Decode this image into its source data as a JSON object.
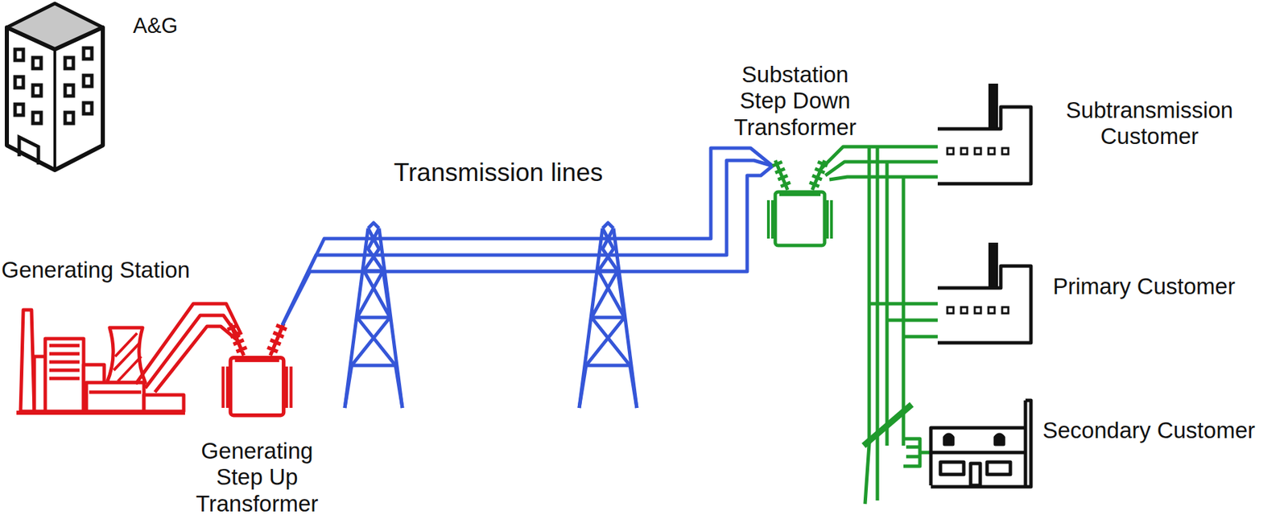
{
  "diagram": {
    "labels": [
      "A&G",
      "Substation Step Down Transformer",
      "Subtransmission Customer",
      "Transmission lines",
      "Generating Station",
      "Primary Customer",
      "Secondary Customer",
      "Generating Step Up Transformer"
    ]
  }
}
